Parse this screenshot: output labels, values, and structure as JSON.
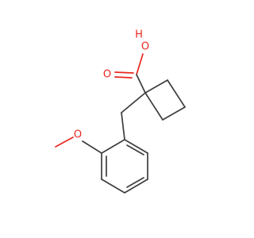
{
  "molecule": {
    "atoms": {
      "hydroxyl_h": "H",
      "hydroxyl_o": "O",
      "carbonyl_o": "O",
      "methoxy_o": "O"
    },
    "colors": {
      "bond": "#3d3d3d",
      "oxygen": "#e8281f",
      "background": "#ffffff"
    }
  }
}
